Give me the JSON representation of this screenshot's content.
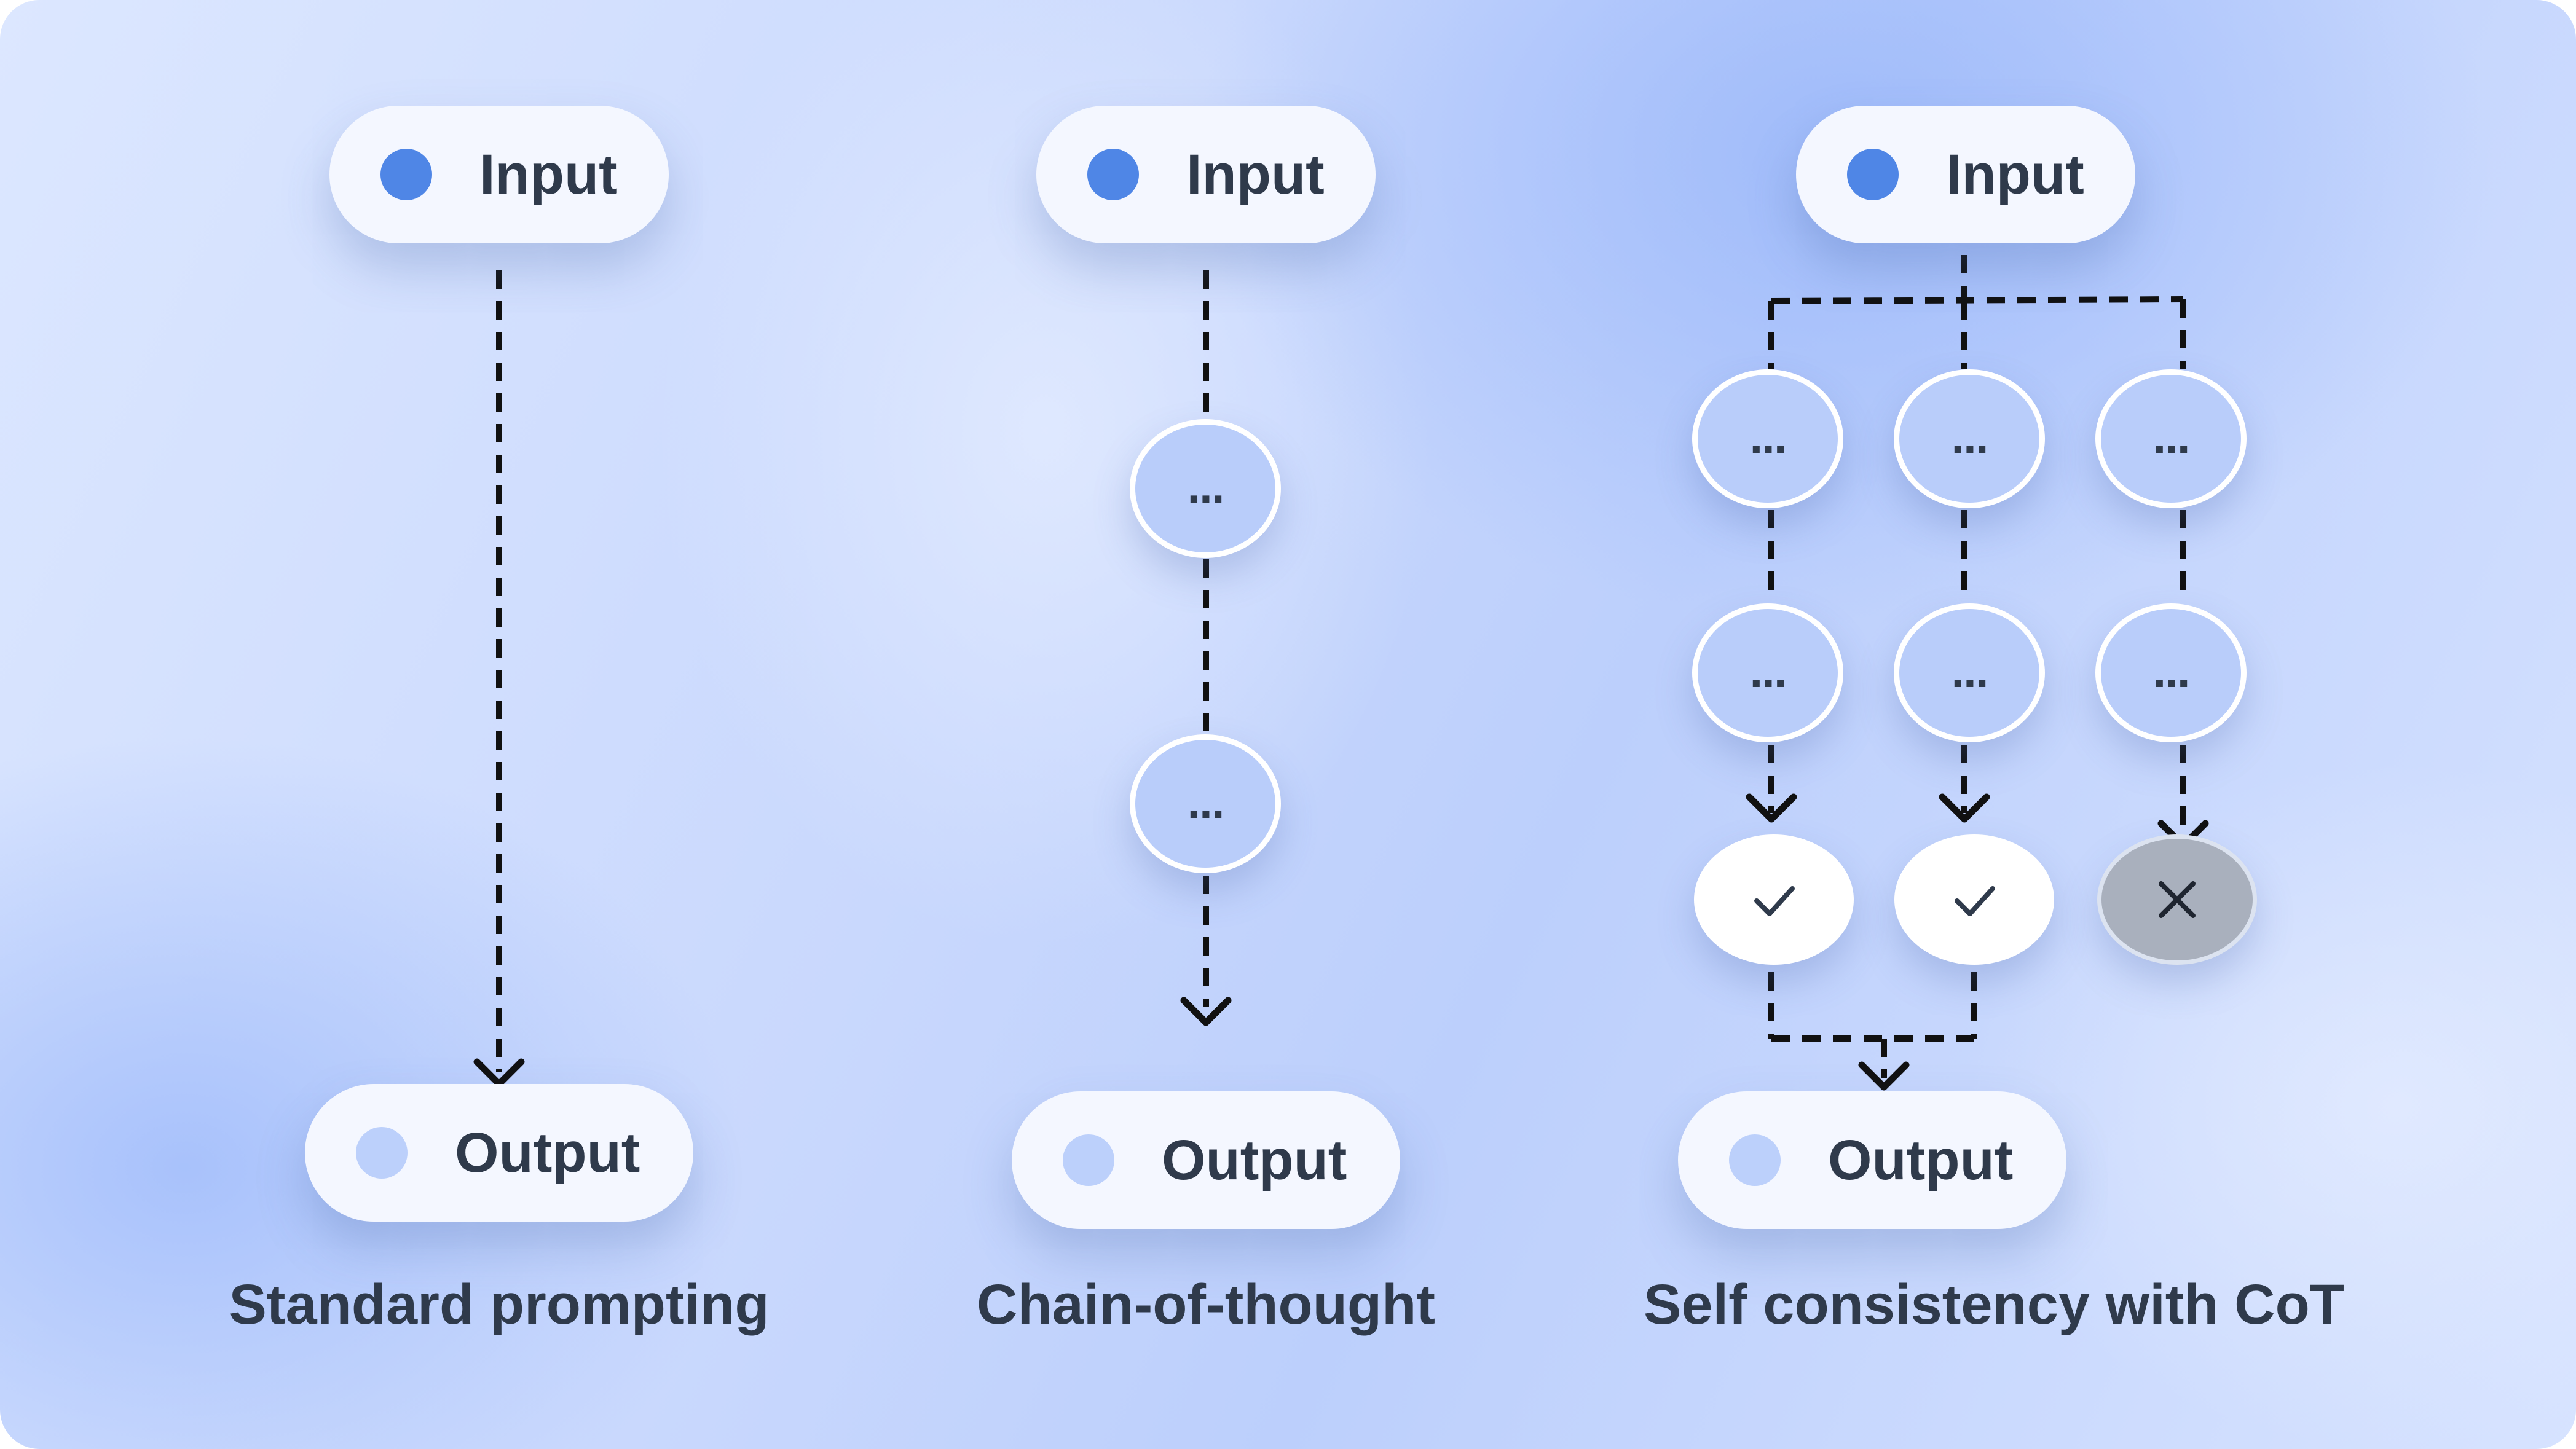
{
  "colors": {
    "input_dot": "#4f86e6",
    "output_dot": "#bcd0fb",
    "step_bubble": "#b9cdfa",
    "reject_bubble": "#a9b0bd",
    "text": "#2f3a4b"
  },
  "columns": {
    "standard": {
      "input_label": "Input",
      "output_label": "Output",
      "caption": "Standard prompting"
    },
    "cot": {
      "input_label": "Input",
      "output_label": "Output",
      "caption": "Chain-of-thought",
      "steps": [
        "...",
        "..."
      ]
    },
    "self_consistency": {
      "input_label": "Input",
      "output_label": "Output",
      "caption": "Self consistency with CoT",
      "paths": [
        {
          "steps": [
            "...",
            "..."
          ],
          "result": "correct",
          "result_icon": "check-icon"
        },
        {
          "steps": [
            "...",
            "..."
          ],
          "result": "correct",
          "result_icon": "check-icon"
        },
        {
          "steps": [
            "...",
            "..."
          ],
          "result": "rejected",
          "result_icon": "cross-icon"
        }
      ]
    }
  }
}
